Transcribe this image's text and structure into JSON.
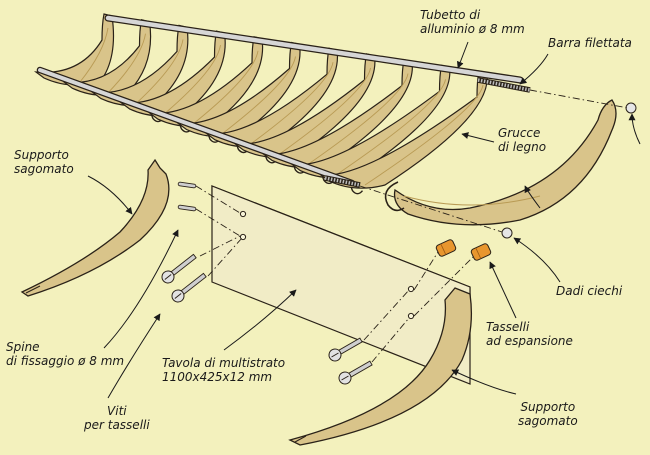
{
  "labels": {
    "tube": [
      "Tubetto di",
      "alluminio ø 8 mm"
    ],
    "rod": [
      "Barra filettata"
    ],
    "hangers": [
      "Grucce",
      "di legno"
    ],
    "support_top": [
      "Supporto",
      "sagomato"
    ],
    "nuts": [
      "Dadi ciechi"
    ],
    "anchors": [
      "Tasselli",
      "ad espansione"
    ],
    "dowels": [
      "Spine",
      "di fissaggio ø 8 mm"
    ],
    "board": [
      "Tavola di multistrato",
      "1100x425x12 mm"
    ],
    "screws": [
      "Viti",
      "per tasselli"
    ],
    "support_bottom": [
      "Supporto",
      "sagomato"
    ]
  },
  "colors": {
    "background": "#f3f1bd",
    "wood": "#d9c48a",
    "wood_dark": "#b99b55",
    "board": "#f1ecc6",
    "metal": "#c9c9c9",
    "anchor": "#e8962e",
    "outline": "#2a2218"
  }
}
